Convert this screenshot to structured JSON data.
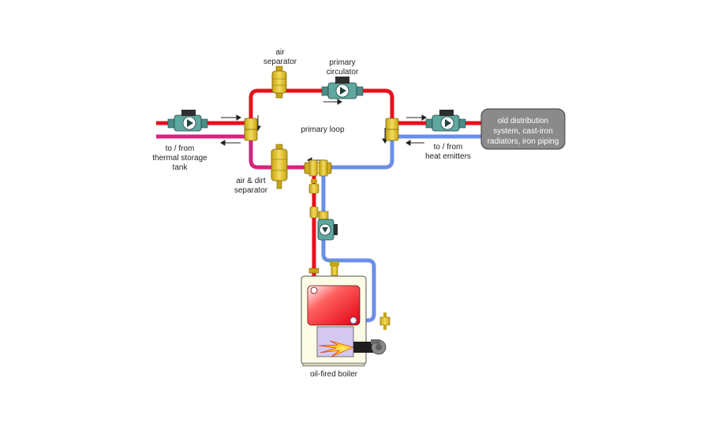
{
  "labels": {
    "air_separator": [
      "air",
      "separator"
    ],
    "primary_circulator": [
      "primary",
      "circulator"
    ],
    "primary_loop": "primary loop",
    "thermal_storage": [
      "to / from",
      "thermal storage",
      "tank"
    ],
    "heat_emitters": [
      "to / from",
      "heat emitters"
    ],
    "air_dirt_separator": [
      "air & dirt",
      "separator"
    ],
    "old_distribution": [
      "old distribution",
      "system, cast-iron",
      "radiators, iron piping"
    ],
    "boiler": "oil-fired boiler"
  },
  "colors": {
    "hot_pipe": "#e8101c",
    "cool_pipe": "#6a8fe8",
    "mixed_pipe": "#d6237e",
    "brass": "#e8c832",
    "pump": "#5fa8a0",
    "boiler_jacket": "#fbfbe6",
    "distribution_box": "#8a8a8a"
  }
}
